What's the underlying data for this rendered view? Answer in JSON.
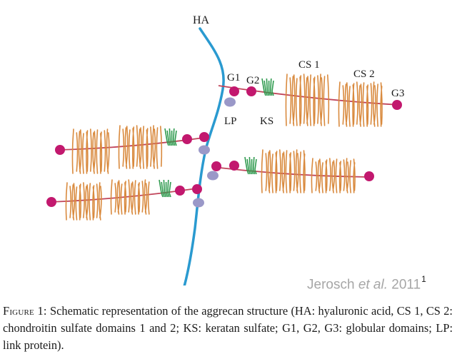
{
  "figure": {
    "labels": {
      "ha": "HA",
      "g1": "G1",
      "g2": "G2",
      "g3": "G3",
      "cs1": "CS 1",
      "cs2": "CS 2",
      "lp": "LP",
      "ks": "KS"
    },
    "colors": {
      "hyaluronic_acid": "#2a9ad0",
      "core_protein": "#c0445a",
      "globular_domain": "#c2186e",
      "link_protein": "#9a98c8",
      "keratan_sulfate": "#2e9a4e",
      "chondroitin_sulfate": "#d98a3e"
    }
  },
  "credit": {
    "author": "Jerosch",
    "etal": "et al.",
    "year": "2011",
    "ref": "1"
  },
  "caption": {
    "head": "Figure 1:",
    "text": "Schematic representation of the aggrecan structure (HA: hyaluronic acid, CS 1, CS 2: chondroitin sulfate domains 1 and 2; KS: keratan sulfate; G1, G2, G3: globular domains; LP: link protein)."
  }
}
